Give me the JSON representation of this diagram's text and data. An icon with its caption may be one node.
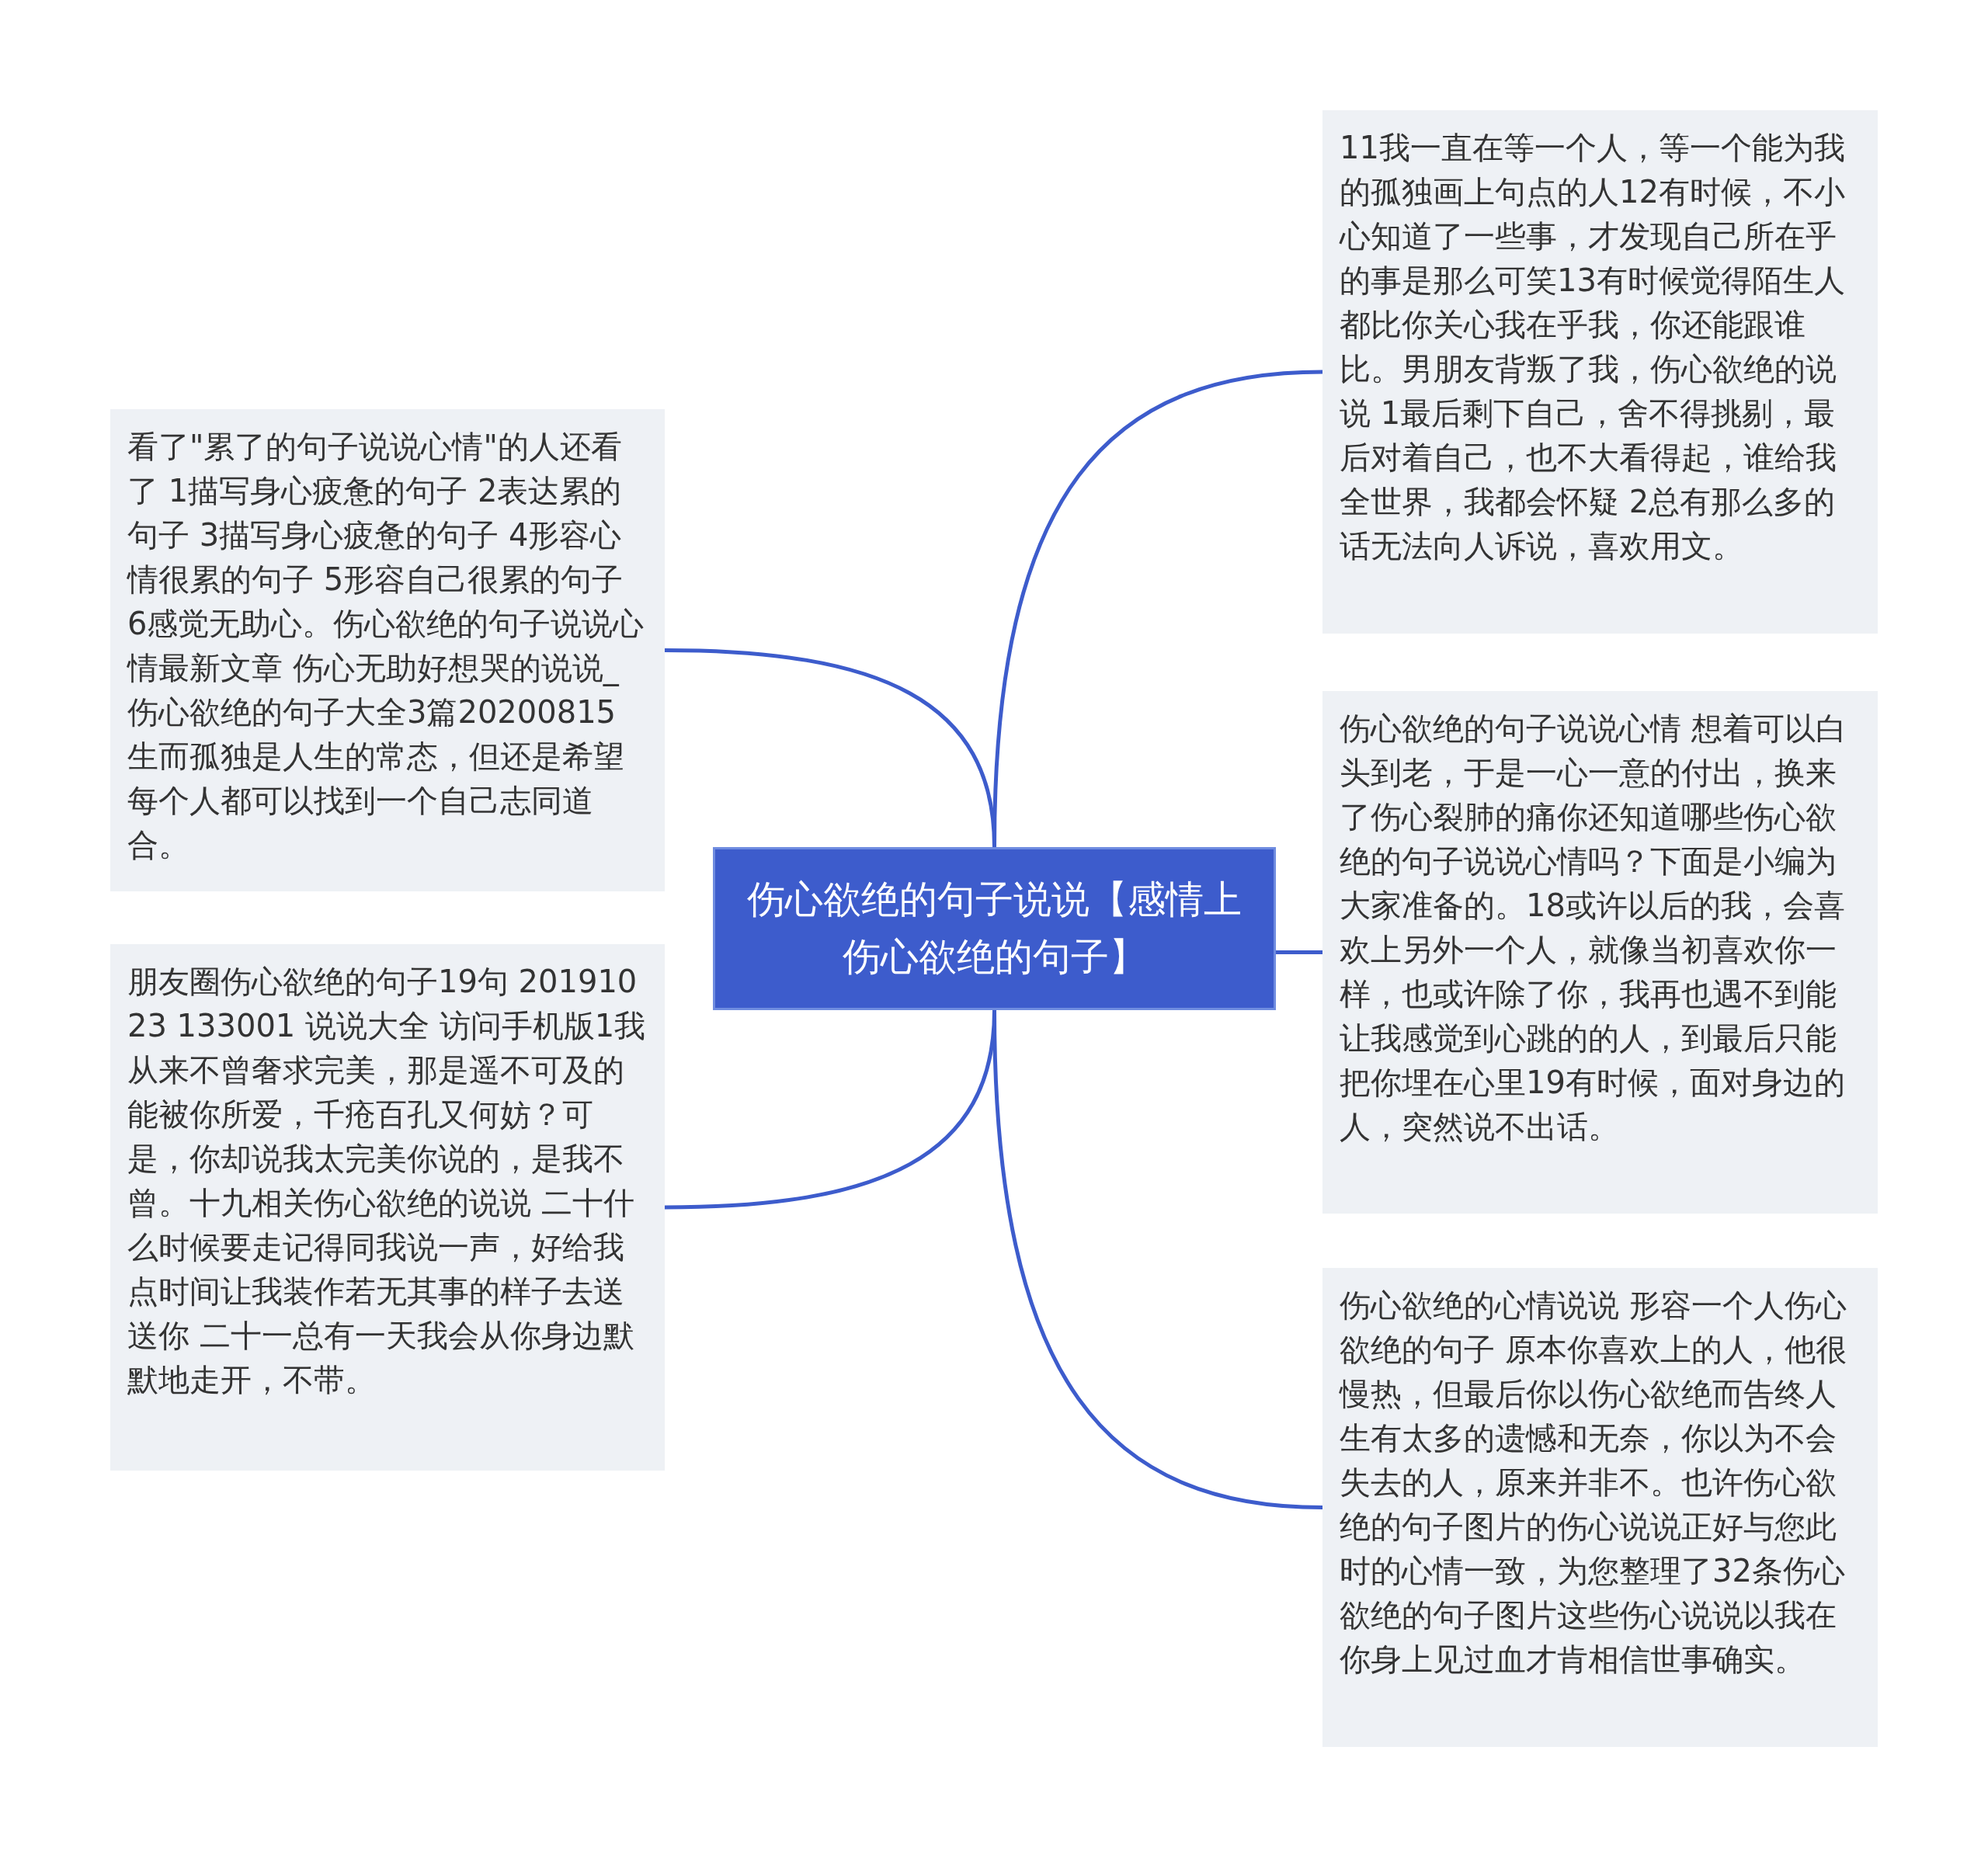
{
  "diagram": {
    "nodes": [
      {
        "text": [
          "伤心欲绝的句子说说【感情上伤心欲绝的句子】"
        ]
      },
      {
        "text": [
          "看了\"累了的句子说说心情\"的人还看了 1描写身心疲惫的句子 2表达累的句子 3描写身心疲惫的句子 4形容心情很累的句子 5形容自己很累的句子 6感觉无助心。伤心欲绝的句子说说心情最新文章 伤心无助好想哭的说说_伤心欲绝的句子大全3篇20200815 生而孤独是人生的常态，但还是希望每个人都可以找到一个自己志同道合。"
        ]
      },
      {
        "text": [
          "朋友圈伤心欲绝的句子19句 20191023 133001 说说大全 访问手机版1我从来不曾奢求完美，那是遥不可及的能被你所爱，千疮百孔又何妨？可是，你却说我太完美你说的，是我不曾。十九相关伤心欲绝的说说 二十什么时候要走记得同我说一声，好给我点时间让我装作若无其事的样子去送送你 二十一总有一天我会从你身边默默地走开，不带。"
        ]
      },
      {
        "text": [
          "11我一直在等一个人，等一个能为我的孤独画上句点的人12有时候，不小心知道了一些事，才发现自己所在乎的事是那么可笑13有时候觉得陌生人都比你关心我在乎我，你还能跟谁比。男朋友背叛了我，伤心欲绝的说说 1最后剩下自己，舍不得挑剔，最后对着自己，也不大看得起，谁给我全世界，我都会怀疑 2总有那么多的话无法向人诉说，喜欢用文。"
        ]
      },
      {
        "text": [
          "伤心欲绝的句子说说心情 想着可以白头到老，于是一心一意的付出，换来了伤心裂肺的痛你还知道哪些伤心欲绝的句子说说心情吗？下面是小编为大家准备的。18或许以后的我，会喜欢上另外一个人，就像当初喜欢你一样，也或许除了你，我再也遇不到能让我感觉到心跳的的人，到最后只能把你埋在心里19有时候，面对身边的人，突然说不出话。"
        ]
      },
      {
        "text": [
          "伤心欲绝的心情说说 形容一个人伤心欲绝的句子 原本你喜欢上的人，他很慢热，但最后你以伤心欲绝而告终人生有太多的遗憾和无奈，你以为不会失去的人，原来并非不。也许伤心欲绝的句子图片的伤心说说正好与您此时的心情一致，为您整理了32条伤心欲绝的句子图片这些伤心说说以我在你身上见过血才肯相信世事确实。"
        ]
      }
    ],
    "edges": [
      {
        "from": 0,
        "to": 1,
        "arrow": "none"
      },
      {
        "from": 0,
        "to": 2,
        "arrow": "none"
      },
      {
        "from": 0,
        "to": 3,
        "arrow": "none"
      },
      {
        "from": 0,
        "to": 4,
        "arrow": "none"
      },
      {
        "from": 0,
        "to": 5,
        "arrow": "none"
      }
    ]
  }
}
